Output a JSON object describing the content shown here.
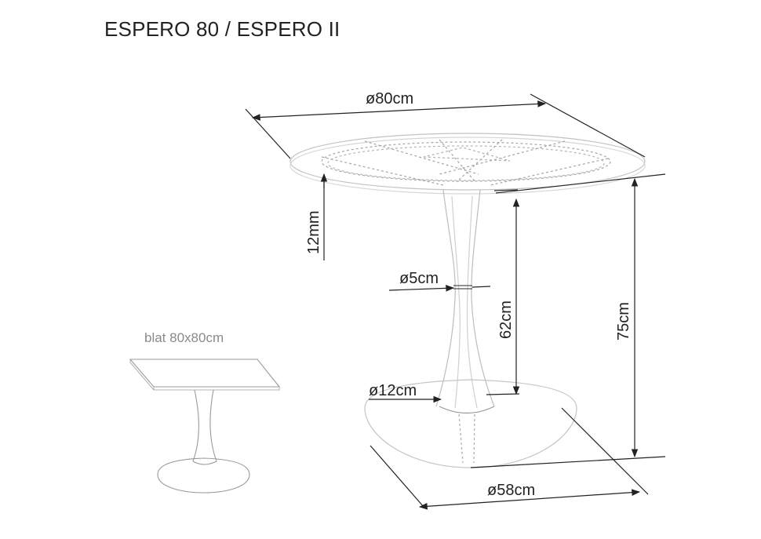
{
  "title": "ESPERO 80 / ESPERO II",
  "dimensions": {
    "top_diameter": "ø80cm",
    "top_thickness": "12mm",
    "column_diameter": "ø5cm",
    "column_base_diameter": "ø12cm",
    "column_height": "62cm",
    "total_height": "75cm",
    "base_diameter": "ø58cm"
  },
  "variant": {
    "caption": "blat 80x80cm"
  },
  "colors": {
    "line": "#222222",
    "light_line": "#b8b8b8",
    "caption": "#8a8a8a"
  }
}
